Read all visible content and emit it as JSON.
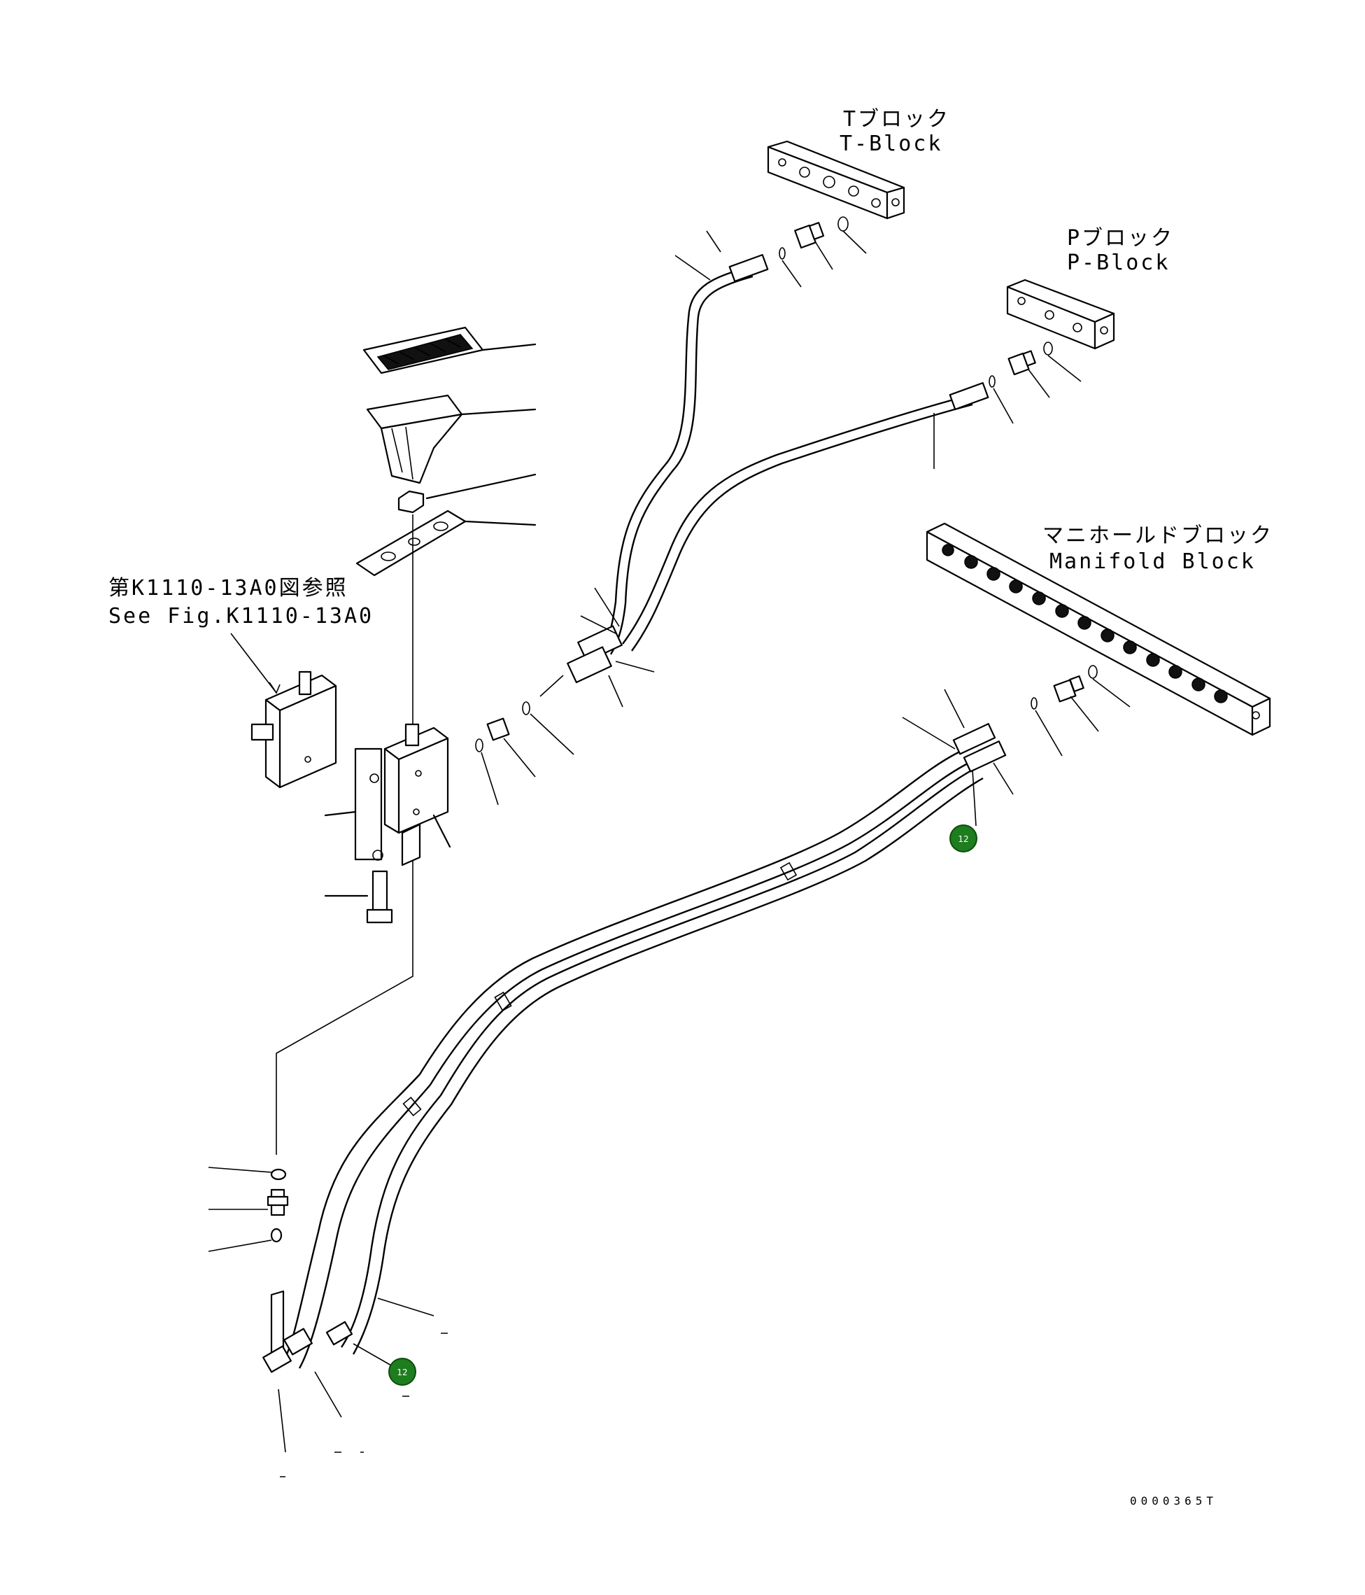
{
  "labels": {
    "t_block_jp": "Tブロック",
    "t_block_en": "T-Block",
    "p_block_jp": "Pブロック",
    "p_block_en": "P-Block",
    "manifold_jp": "マニホールドブロック",
    "manifold_en": "Manifold Block",
    "see_fig_jp": "第K1110-13A0図参照",
    "see_fig_en": "See Fig.K1110-13A0"
  },
  "callouts": [
    {
      "label": "12",
      "color": "#1e7d1e"
    },
    {
      "label": "12",
      "color": "#1e7d1e"
    }
  ],
  "drawing_code": "0000365T"
}
